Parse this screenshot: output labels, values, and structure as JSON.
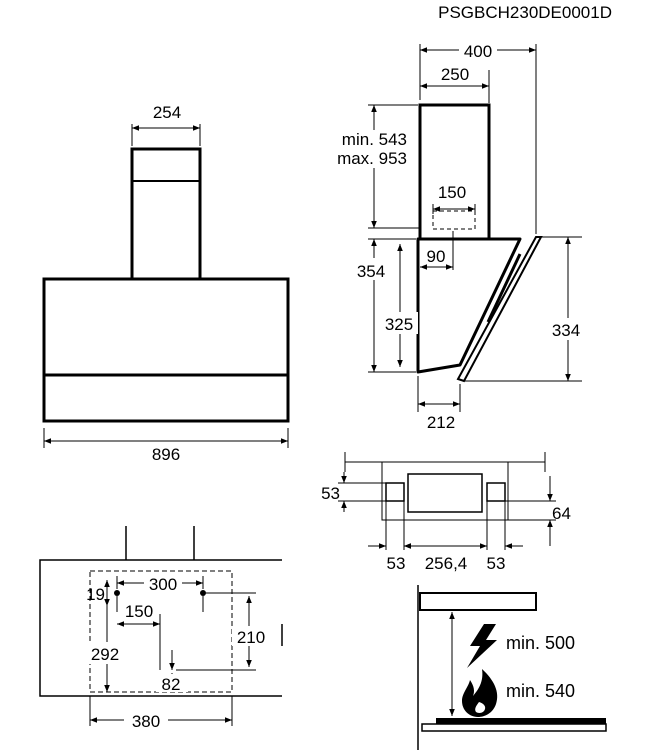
{
  "drawing_code": "PSGBCH230DE0001D",
  "front_view": {
    "chimney_width": "254",
    "hood_width": "896"
  },
  "side_view": {
    "overall_depth": "400",
    "chimney_depth": "250",
    "chimney_height_min": "min. 543",
    "chimney_height_max": "max. 953",
    "outlet_width": "150",
    "outlet_offset": "90",
    "body_height": "354",
    "glass_height": "325",
    "front_height": "334",
    "bottom_depth": "212"
  },
  "top_view": {
    "left_offset": "53",
    "right_offset": "64",
    "left_margin": "53",
    "center_span": "256,4",
    "right_margin": "53"
  },
  "mounting_view": {
    "hole_spacing": "300",
    "hole_edge_offset": "19",
    "inner_offset": "150",
    "vertical_span": "210",
    "left_height": "292",
    "lower_offset": "82",
    "bracket_width": "380"
  },
  "clearance": {
    "electric_hob": "min. 500",
    "gas_hob": "min. 540",
    "electric_icon": "lightning-icon",
    "gas_icon": "flame-icon"
  }
}
